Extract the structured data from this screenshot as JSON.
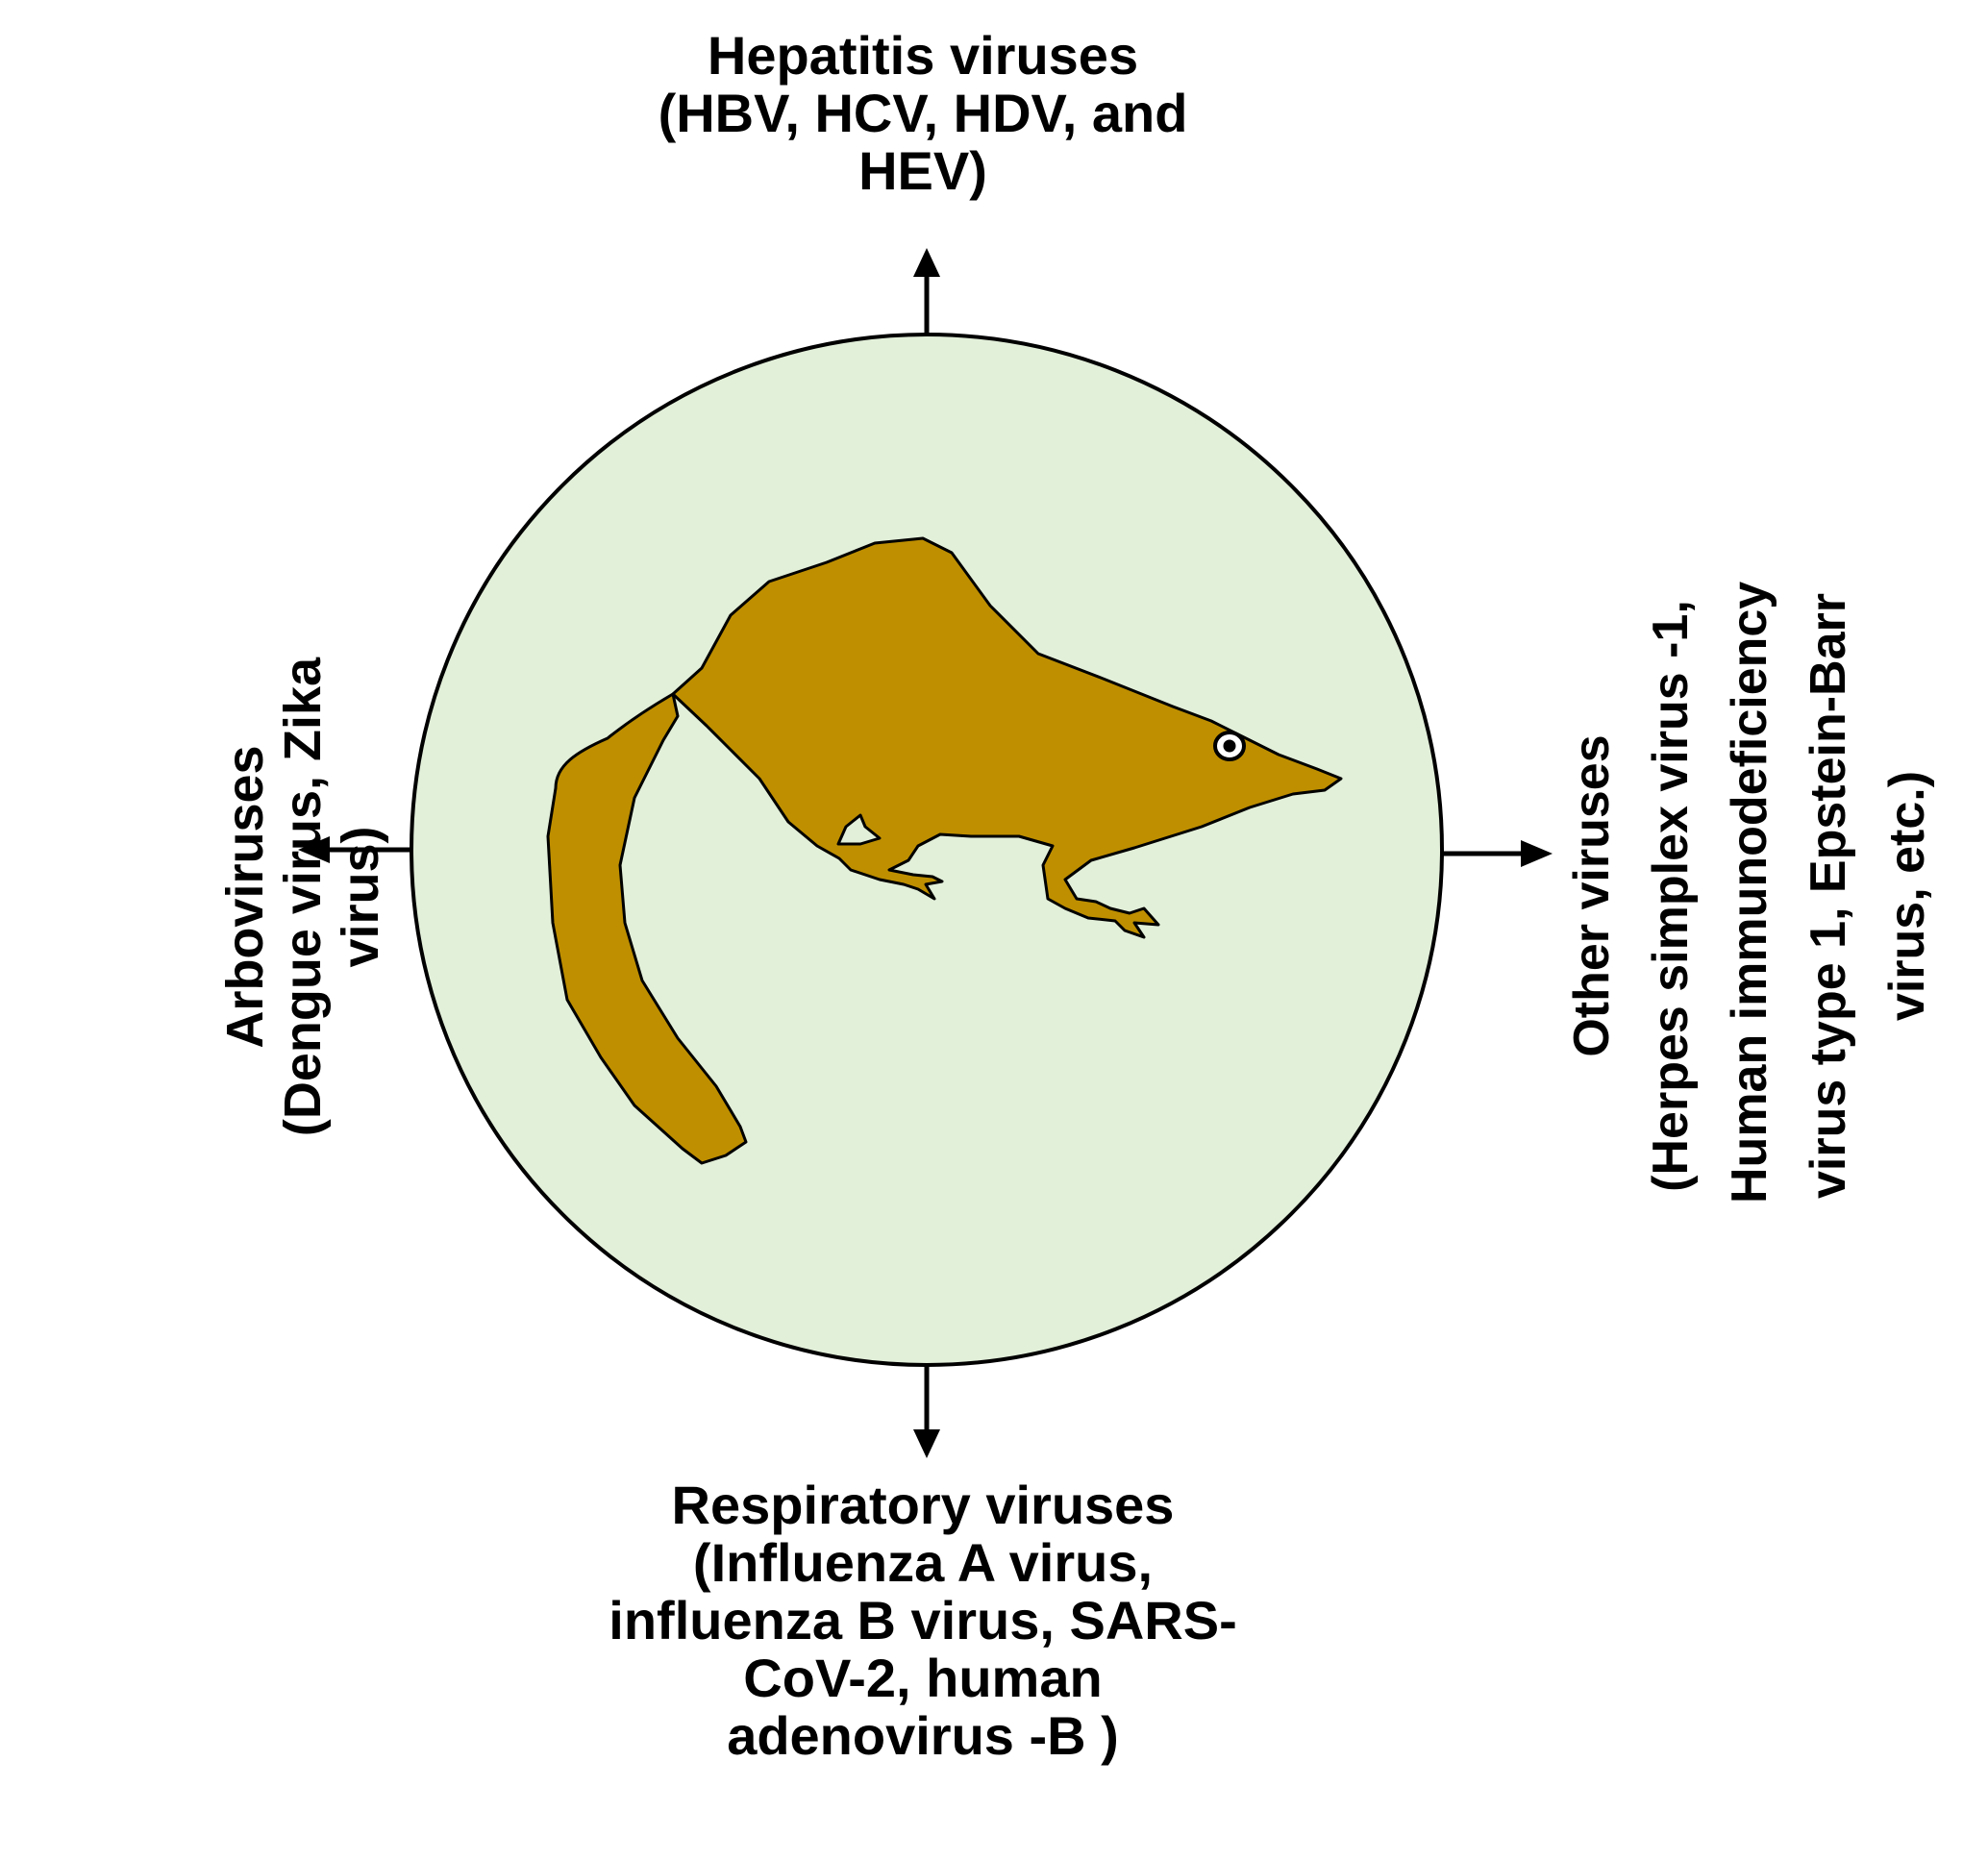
{
  "nodes": {
    "top": {
      "lines": [
        "Hepatitis viruses",
        "(HBV, HCV, HDV, and",
        "HEV)"
      ]
    },
    "bottom": {
      "lines": [
        "Respiratory viruses",
        "(Influenza A virus,",
        "influenza B virus, SARS-",
        "CoV-2, human",
        "adenovirus -B )"
      ]
    },
    "left": {
      "lines": [
        "Arboviruses",
        "(Dengue virus, Zika",
        "virus)"
      ]
    },
    "right": {
      "lines": [
        "Other viruses",
        "(Herpes simplex virus -1,",
        "Human immunodeficiency",
        "virus type 1, Epstein-Barr",
        "virus, etc.)"
      ]
    }
  },
  "colors": {
    "circle_fill": "#e2efd9",
    "animal_fill": "#bf8f00",
    "stroke": "#000000"
  },
  "icons": {
    "center": "tree-shrew-icon"
  }
}
